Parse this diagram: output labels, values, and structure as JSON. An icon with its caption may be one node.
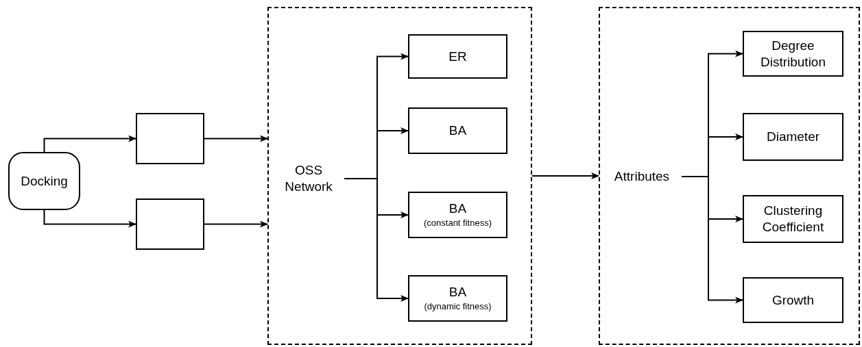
{
  "diagram": {
    "nodes": [
      {
        "text": [
          "Docking"
        ]
      },
      {
        "text": [],
        "shape": "box"
      },
      {
        "text": [],
        "shape": "box"
      },
      {
        "text": [],
        "shape": "box"
      },
      {
        "text": [
          "OSS Network"
        ],
        "in": 3
      },
      {
        "text": [
          "ER"
        ],
        "in": 3
      },
      {
        "text": [
          "BA"
        ],
        "in": 3
      },
      {
        "text": [
          "BA",
          "(constant fitness)"
        ],
        "in": 3
      },
      {
        "text": [
          "BA",
          "(dynamic fitness)"
        ],
        "in": 3
      },
      {
        "text": [],
        "shape": "box"
      },
      {
        "text": [
          "Attributes"
        ],
        "in": 9
      },
      {
        "text": [
          "Degree Distribution"
        ],
        "in": 9
      },
      {
        "text": [
          "Diameter"
        ],
        "in": 9
      },
      {
        "text": [
          "Clustering Coefficient"
        ],
        "in": 9
      },
      {
        "text": [
          "Growth"
        ],
        "in": 9
      }
    ],
    "edges": [
      {
        "from": 0,
        "to": 1,
        "arrow": "to"
      },
      {
        "from": 0,
        "to": 2,
        "arrow": "to"
      },
      {
        "from": 1,
        "to": 3,
        "arrow": "to"
      },
      {
        "from": 2,
        "to": 3,
        "arrow": "to"
      },
      {
        "from": 4,
        "to": 5,
        "arrow": "to"
      },
      {
        "from": 4,
        "to": 6,
        "arrow": "to"
      },
      {
        "from": 4,
        "to": 7,
        "arrow": "to"
      },
      {
        "from": 4,
        "to": 8,
        "arrow": "to"
      },
      {
        "from": 3,
        "to": 9,
        "arrow": "to"
      },
      {
        "from": 10,
        "to": 11,
        "arrow": "to"
      },
      {
        "from": 10,
        "to": 12,
        "arrow": "to"
      },
      {
        "from": 10,
        "to": 13,
        "arrow": "to"
      },
      {
        "from": 10,
        "to": 14,
        "arrow": "to"
      }
    ]
  }
}
